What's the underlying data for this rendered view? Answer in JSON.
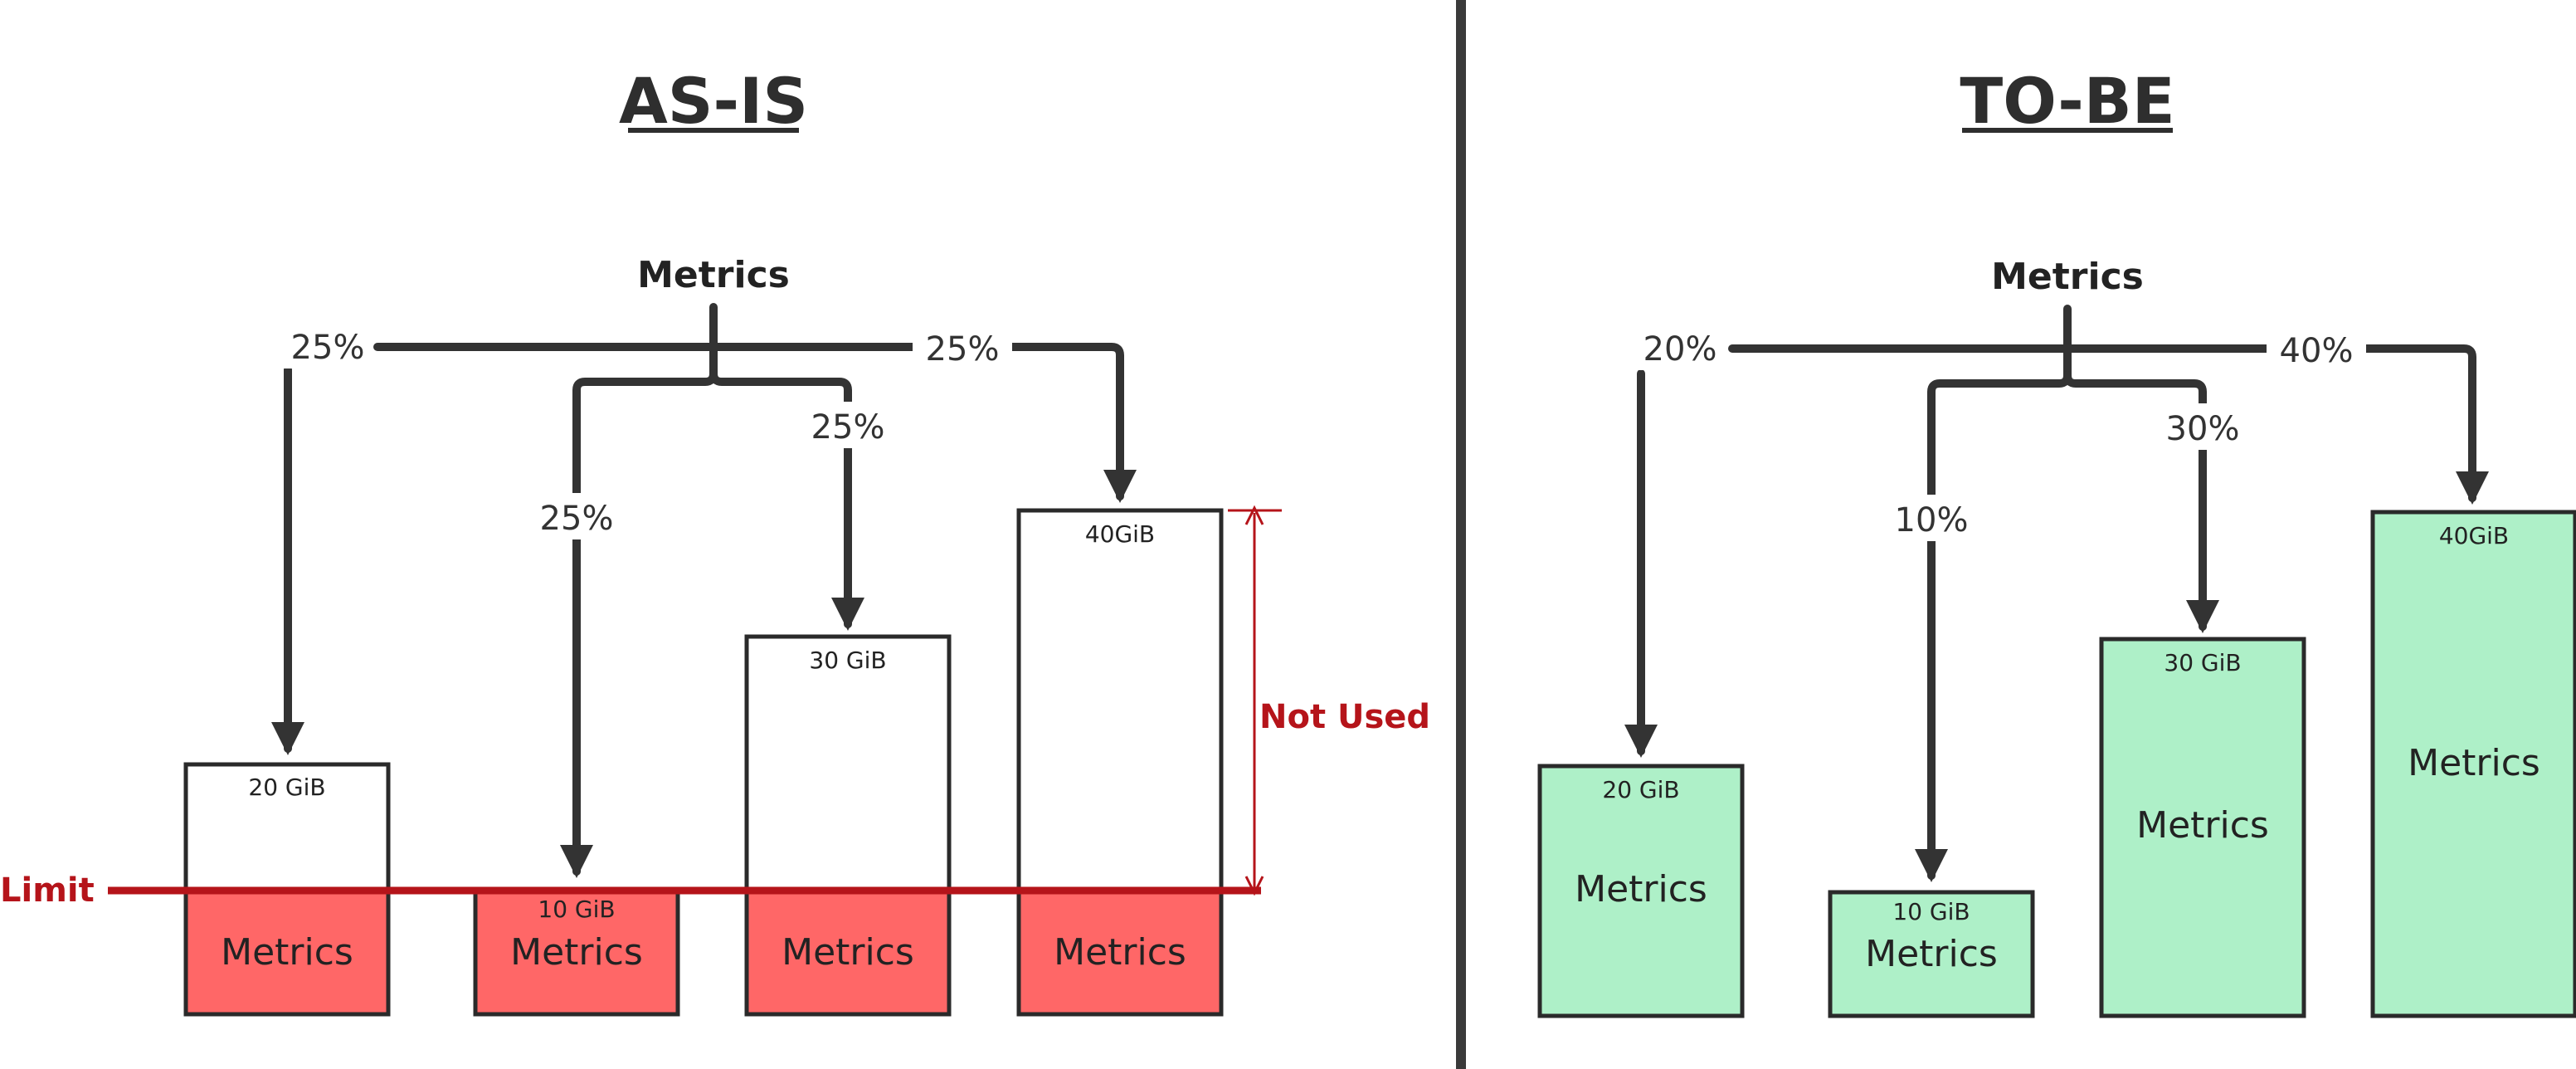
{
  "colors": {
    "ink": "#333333",
    "limit_red": "#b5141a",
    "used_fill": "#ff6767",
    "tobe_fill": "#aef0c8",
    "divider": "#3a3a3a"
  },
  "as_is": {
    "title": "AS-IS",
    "root_label": "Metrics",
    "limit_label": "Limit",
    "not_used_label": "Not Used",
    "bars": [
      {
        "capacity": "20 GiB",
        "capacity_gib": 20,
        "share": "25%",
        "fill_label": "Metrics"
      },
      {
        "capacity": "10 GiB",
        "capacity_gib": 10,
        "share": "25%",
        "fill_label": "Metrics"
      },
      {
        "capacity": "30 GiB",
        "capacity_gib": 30,
        "share": "25%",
        "fill_label": "Metrics"
      },
      {
        "capacity": "40GiB",
        "capacity_gib": 40,
        "share": "25%",
        "fill_label": "Metrics"
      }
    ]
  },
  "to_be": {
    "title": "TO-BE",
    "root_label": "Metrics",
    "bars": [
      {
        "capacity": "20 GiB",
        "capacity_gib": 20,
        "share": "20%",
        "fill_label": "Metrics"
      },
      {
        "capacity": "10 GiB",
        "capacity_gib": 10,
        "share": "10%",
        "fill_label": "Metrics"
      },
      {
        "capacity": "30 GiB",
        "capacity_gib": 30,
        "share": "30%",
        "fill_label": "Metrics"
      },
      {
        "capacity": "40GiB",
        "capacity_gib": 40,
        "share": "40%",
        "fill_label": "Metrics"
      }
    ]
  }
}
